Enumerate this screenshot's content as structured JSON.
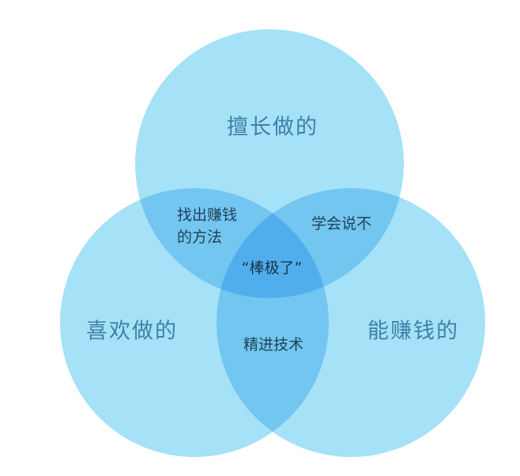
{
  "diagram": {
    "circles": {
      "top": "擅长做的",
      "left": "喜欢做的",
      "right": "能赚钱的"
    },
    "intersections": {
      "top_left": "找出赚钱\n的方法",
      "top_right": "学会说不",
      "left_right": "精进技术",
      "center": "“棒极了”"
    }
  },
  "colors": {
    "single": "#a5e1f7",
    "double": "#72c6f0",
    "triple": "#51aeec",
    "outer_label": "#3f80a6",
    "inner_label": "#1f3f55"
  }
}
